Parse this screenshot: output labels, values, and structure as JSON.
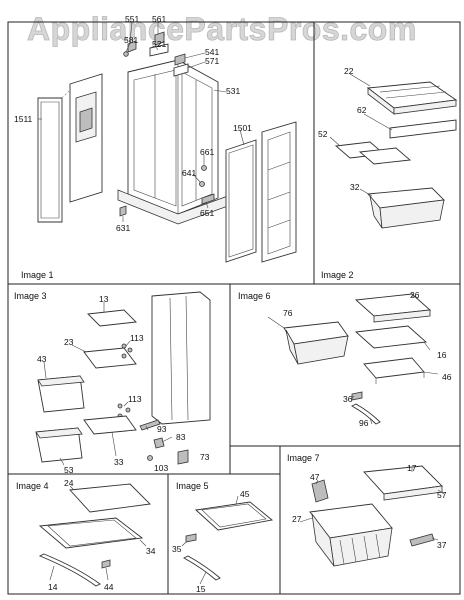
{
  "watermark": "AppliancePartsPros.com",
  "panels": [
    {
      "id": "image1",
      "label": "Image 1"
    },
    {
      "id": "image2",
      "label": "Image 2"
    },
    {
      "id": "image3",
      "label": "Image 3"
    },
    {
      "id": "image4",
      "label": "Image 4"
    },
    {
      "id": "image5",
      "label": "Image 5"
    },
    {
      "id": "image6",
      "label": "Image 6"
    },
    {
      "id": "image7",
      "label": "Image 7"
    }
  ],
  "callouts": {
    "image1": [
      "551",
      "561",
      "581",
      "521",
      "541",
      "571",
      "531",
      "1511",
      "1501",
      "661",
      "641",
      "651",
      "631"
    ],
    "image2": [
      "22",
      "62",
      "52",
      "32"
    ],
    "image3": [
      "13",
      "23",
      "113",
      "43",
      "113",
      "93",
      "83",
      "33",
      "103",
      "73",
      "53"
    ],
    "image4": [
      "24",
      "34",
      "14",
      "44"
    ],
    "image5": [
      "45",
      "35",
      "15"
    ],
    "image6": [
      "76",
      "26",
      "16",
      "46",
      "36",
      "96"
    ],
    "image7": [
      "47",
      "17",
      "57",
      "27",
      "37"
    ]
  }
}
